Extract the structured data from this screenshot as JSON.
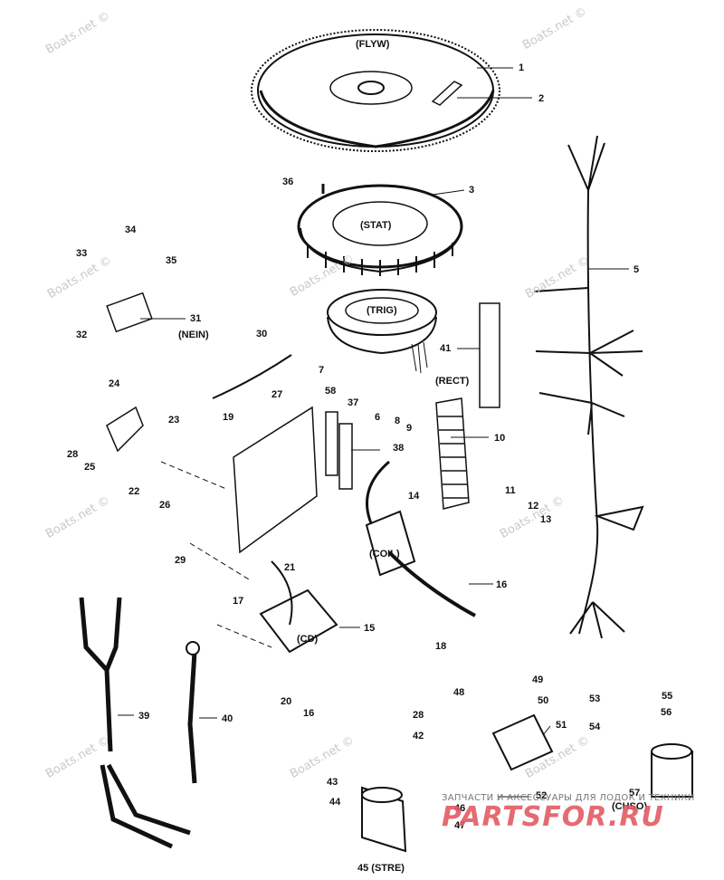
{
  "watermark": "Boats.net ©",
  "brand": {
    "tagline": "ЗАПЧАСТИ И АКСЕССУАРЫ ДЛЯ ЛОДОК И ТЕХНИКИ",
    "logo": "PARTSFOR.RU",
    "logo_color": "#e35a63"
  },
  "component_labels": {
    "flyw": "(FLYW)",
    "stat": "(STAT)",
    "trig": "(TRIG)",
    "rect": "(RECT)",
    "coil": "(COIL)",
    "cd": "(CD)",
    "nein": "(NEIN)",
    "chso": "(CHSO)",
    "stre": "45 (STRE)"
  },
  "callouts": [
    "1",
    "2",
    "3",
    "5",
    "6",
    "7",
    "8",
    "9",
    "10",
    "11",
    "12",
    "13",
    "14",
    "15",
    "16",
    "16",
    "17",
    "18",
    "19",
    "20",
    "21",
    "22",
    "23",
    "24",
    "25",
    "26",
    "27",
    "28",
    "28",
    "29",
    "30",
    "31",
    "32",
    "33",
    "34",
    "35",
    "36",
    "37",
    "38",
    "39",
    "40",
    "41",
    "42",
    "43",
    "44",
    "46",
    "47",
    "48",
    "49",
    "50",
    "51",
    "52",
    "53",
    "54",
    "55",
    "56",
    "57",
    "58"
  ]
}
